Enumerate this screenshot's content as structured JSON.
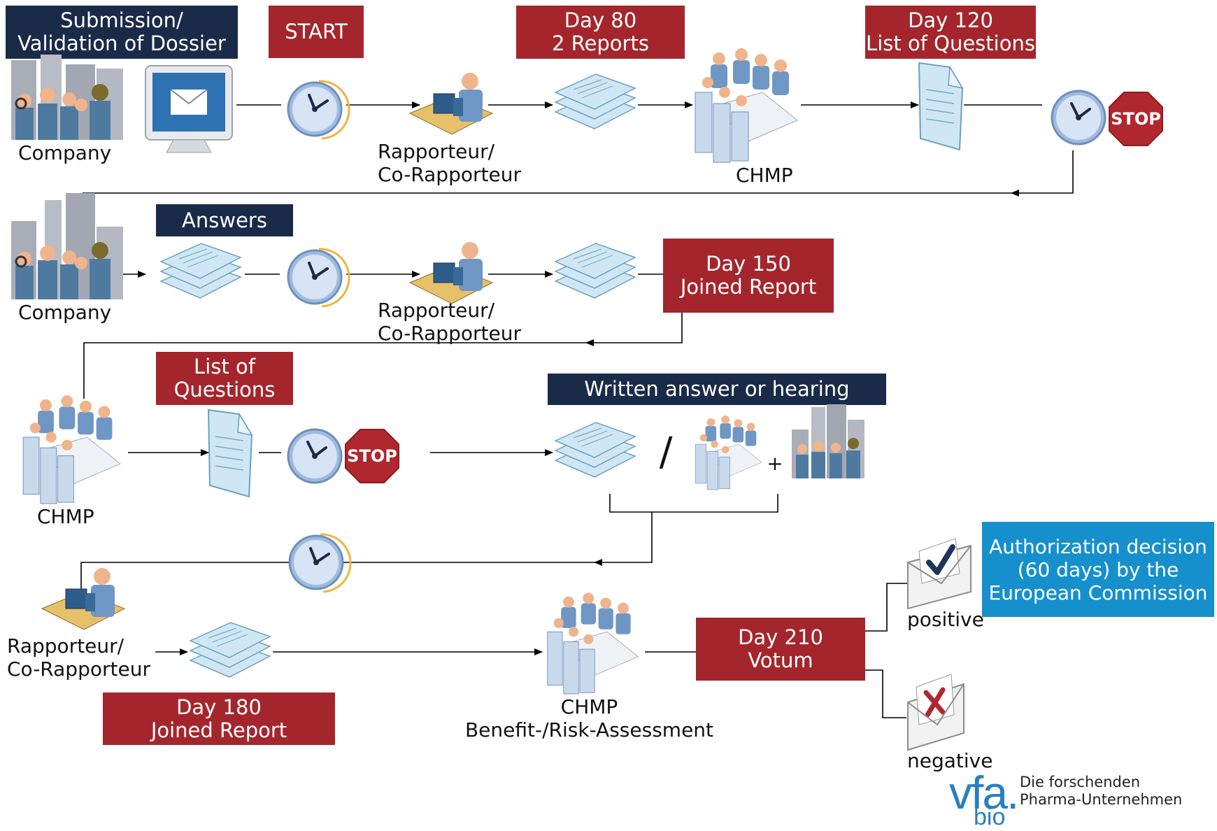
{
  "boxes": {
    "submission": "Submission/\nValidation of Dossier",
    "start": "START",
    "day80": "Day 80\n2 Reports",
    "day120": "Day 120\nList of Questions",
    "answers": "Answers",
    "day150": "Day 150\nJoined Report",
    "list_of_questions": "List of\nQuestions",
    "written_answer": "Written answer or hearing",
    "authorization": "Authorization decision\n(60 days) by the\nEuropean Commission",
    "day180": "Day 180\nJoined Report",
    "day210": "Day 210\nVotum"
  },
  "labels": {
    "company_1": "Company",
    "company_2": "Company",
    "rapporteur_1": "Rapporteur/\nCo-Rapporteur",
    "rapporteur_2": "Rapporteur/\nCo-Rapporteur",
    "rapporteur_3": "Rapporteur/\nCo-Rapporteur",
    "chmp_1": "CHMP",
    "chmp_2": "CHMP",
    "chmp_3": "CHMP\nBenefit-/Risk-Assessment",
    "positive": "positive",
    "negative": "negative",
    "stop_1": "STOP",
    "stop_2": "STOP",
    "slash": "/",
    "plus": "+"
  },
  "logo": {
    "brand": "vfa.",
    "sub": "bio",
    "tagline": "Die forschenden\nPharma-Unternehmen"
  },
  "colors": {
    "red_box": "#a4262c",
    "navy_box": "#1a2a49",
    "blue_box": "#1690cc",
    "stop_sign": "#b0282e",
    "logo_blue": "#2a7fc1"
  }
}
